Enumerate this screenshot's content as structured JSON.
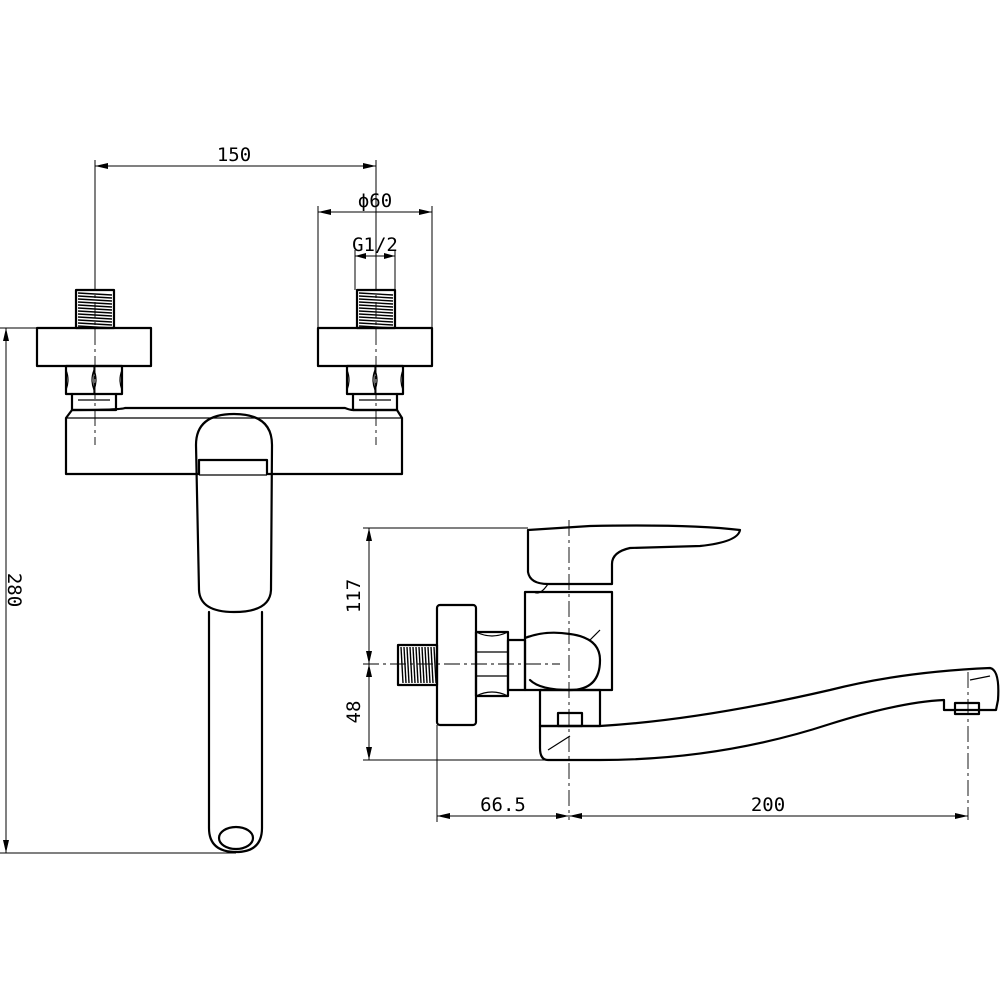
{
  "dimensions": {
    "d150": "150",
    "d60": "ϕ60",
    "dG": "G1/2",
    "d280": "280",
    "d117": "117",
    "d48": "48",
    "d665": "66.5",
    "d200": "200"
  },
  "colors": {
    "line": "#000000",
    "background": "#ffffff"
  }
}
